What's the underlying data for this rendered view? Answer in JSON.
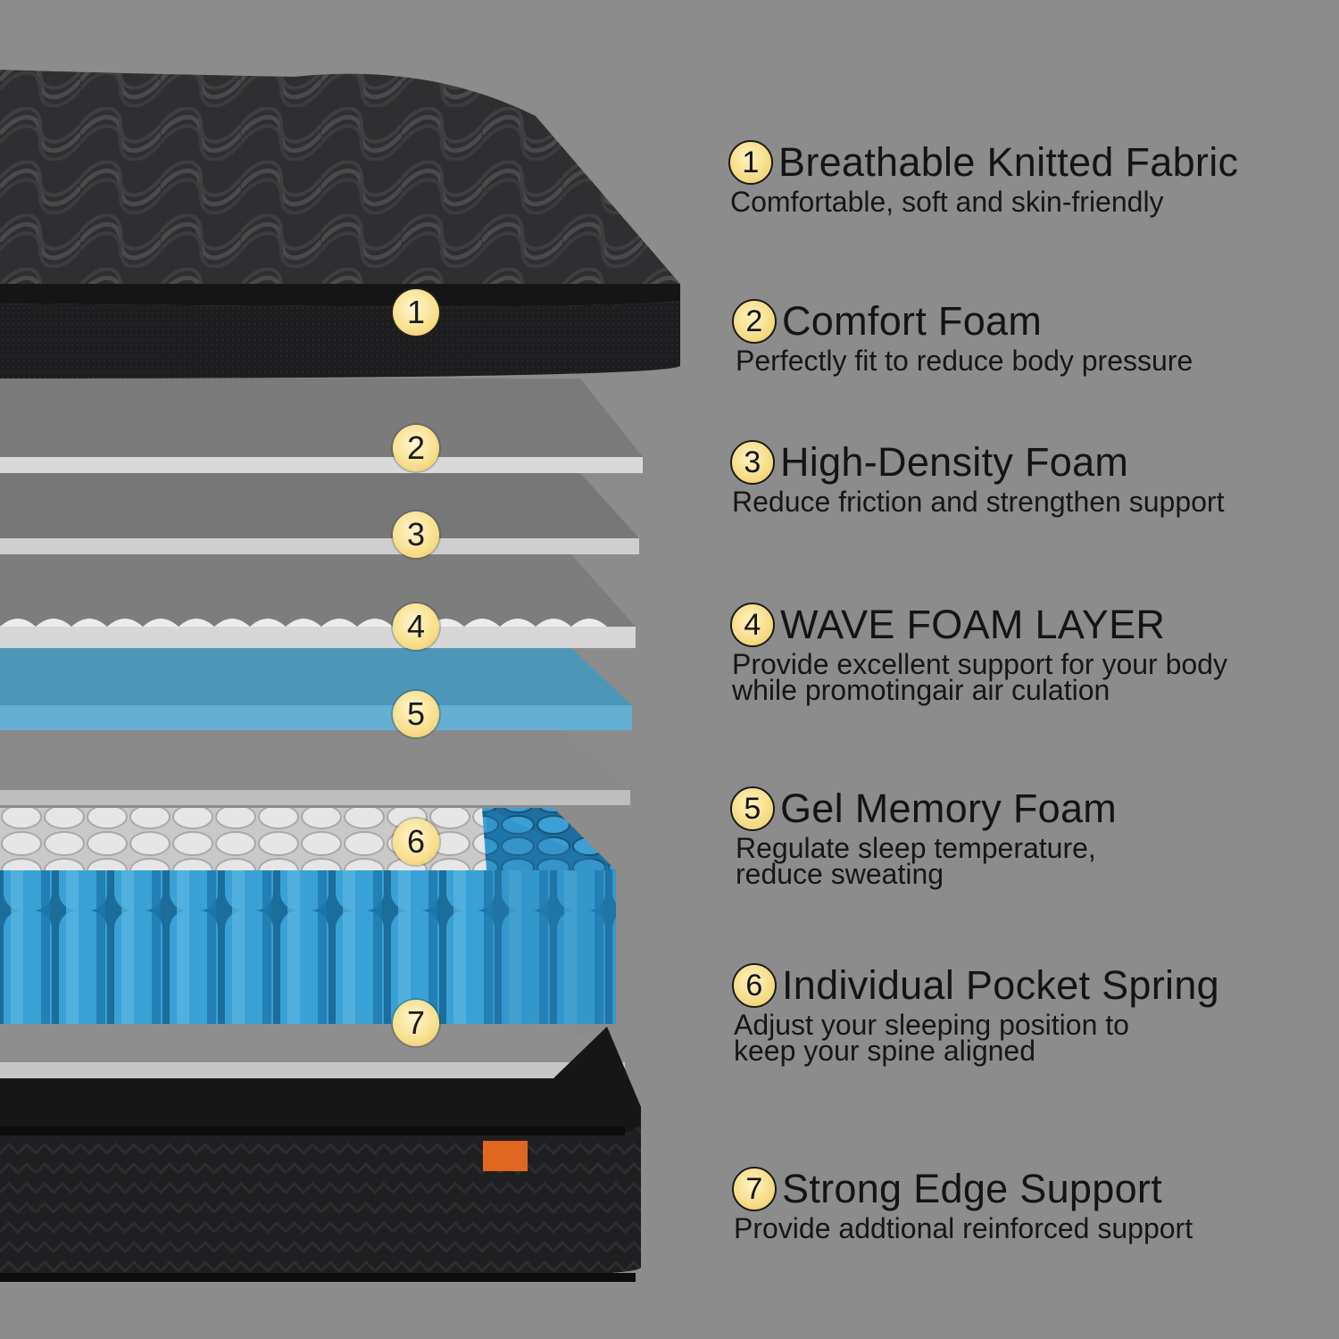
{
  "colors": {
    "background": "#8c8c8c",
    "badge_fill": "#f6dc86",
    "spring_blue": "#2a8fc7",
    "gel_foam_blue": "#5ba9c9",
    "tag_orange": "#e0671f"
  },
  "callouts": [
    "1",
    "2",
    "3",
    "4",
    "5",
    "6",
    "7"
  ],
  "features": [
    {
      "num": "1",
      "title": "Breathable Knitted Fabric",
      "desc": "Comfortable, soft and skin-friendly"
    },
    {
      "num": "2",
      "title": "Comfort Foam",
      "desc": "Perfectly fit to reduce body pressure"
    },
    {
      "num": "3",
      "title": "High-Density Foam",
      "desc": "Reduce friction and strengthen support"
    },
    {
      "num": "4",
      "title": "WAVE FOAM LAYER",
      "desc": "Provide excellent support for your body\nwhile promotingair air culation"
    },
    {
      "num": "5",
      "title": "Gel Memory Foam",
      "desc": "Regulate sleep temperature,\nreduce sweating"
    },
    {
      "num": "6",
      "title": "Individual Pocket Spring",
      "desc": "Adjust your sleeping position to\nkeep your spine aligned"
    },
    {
      "num": "7",
      "title": "Strong Edge Support",
      "desc": "Provide addtional reinforced support"
    }
  ]
}
